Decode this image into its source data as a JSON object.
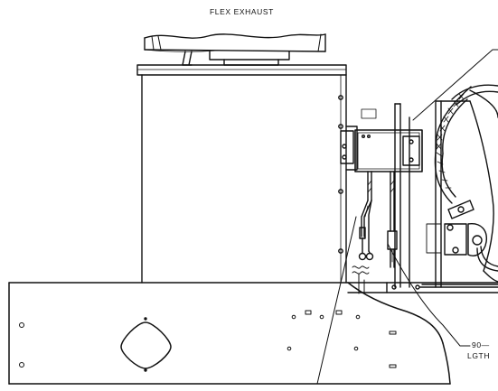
{
  "title_label": "FLEX  EXHAUST",
  "callout_bottom_line1": "90—",
  "callout_bottom_line2": "LGTH",
  "colors": {
    "ink": "#111111",
    "paper": "#ffffff"
  }
}
